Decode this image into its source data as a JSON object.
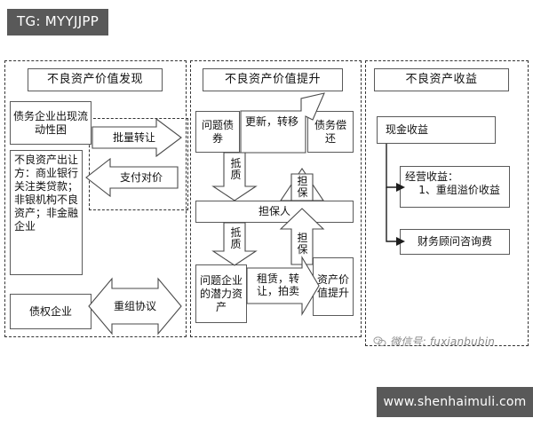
{
  "overlay": {
    "tg_badge": "TG: MYYJJPP",
    "footer_url": "www.shenhaimuli.com",
    "watermark": "微信号: fuxianbubin",
    "badge_bg": "#595959",
    "badge_text_color": "#ffffff"
  },
  "diagram": {
    "type": "flowchart",
    "columns": [
      {
        "id": "value-discovery",
        "header": "不良资产价值发现",
        "boxes": [
          {
            "id": "debtor-enterprise",
            "label": "债务企业出现流动性困"
          },
          {
            "id": "npa-seller",
            "label": "不良资产出让方：商业银行关注类贷款；非银机构不良资产；非金融企业"
          },
          {
            "id": "creditor-enterprise",
            "label": "债权企业"
          }
        ],
        "arrows": [
          {
            "id": "bulk-transfer",
            "label": "批量转让",
            "direction": "right"
          },
          {
            "id": "pay-consideration",
            "label": "支付对价",
            "direction": "left"
          },
          {
            "id": "restructuring-agreement",
            "label": "重组协议",
            "direction": "both"
          }
        ]
      },
      {
        "id": "value-enhancement",
        "header": "不良资产价值提升",
        "boxes": [
          {
            "id": "problem-bond",
            "label": "问题债券"
          },
          {
            "id": "debt-repayment",
            "label": "债务偿还"
          },
          {
            "id": "guarantor",
            "label": "担保人"
          },
          {
            "id": "problem-company-assets",
            "label": "问题企业的潜力资产"
          },
          {
            "id": "asset-value-uplift",
            "label": "资产价值提升"
          }
        ],
        "arrows": [
          {
            "id": "renew-transfer",
            "label": "更新，转移",
            "direction": "up-right"
          },
          {
            "id": "pledge-upper",
            "label": "抵质",
            "direction": "down"
          },
          {
            "id": "guarantee-upper",
            "label": "担保",
            "direction": "up"
          },
          {
            "id": "pledge-lower",
            "label": "抵质",
            "direction": "down"
          },
          {
            "id": "guarantee-lower",
            "label": "担保",
            "direction": "up"
          },
          {
            "id": "lease-transfer-auction",
            "label": "租赁，转让，拍卖",
            "direction": "right"
          }
        ]
      },
      {
        "id": "npa-returns",
        "header": "不良资产收益",
        "boxes": [
          {
            "id": "cash-return",
            "label": "现金收益"
          },
          {
            "id": "operating-return",
            "label": "经营收益：\n    1、重组溢价收益"
          },
          {
            "id": "advisory-fee",
            "label": "财务顾问咨询费"
          }
        ],
        "arrows": [
          {
            "id": "cash-to-operating",
            "label": "",
            "direction": "right"
          },
          {
            "id": "cash-to-advisory",
            "label": "",
            "direction": "right"
          }
        ]
      }
    ]
  }
}
